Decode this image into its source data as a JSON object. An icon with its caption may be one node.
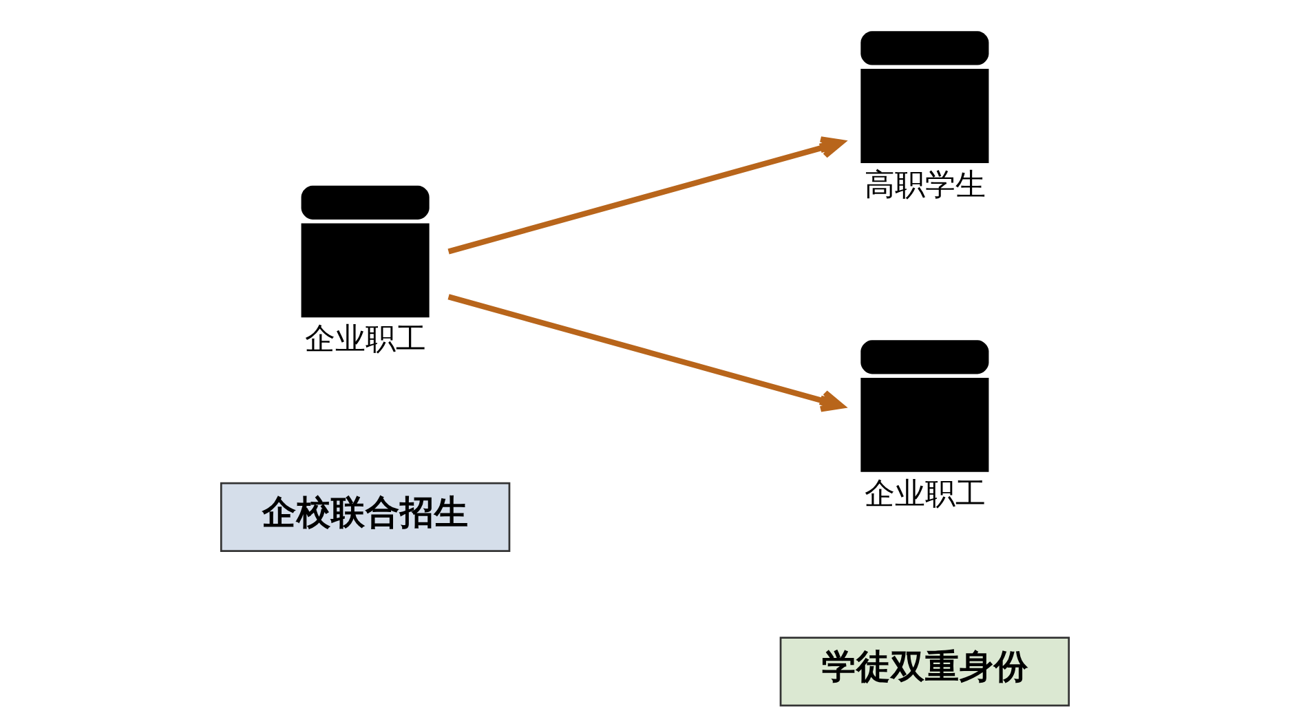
{
  "diagram": {
    "nodes": [
      {
        "text": [
          "企业职工"
        ]
      },
      {
        "text": [
          "高职学生"
        ]
      },
      {
        "text": [
          "企业职工"
        ]
      },
      {
        "text": [
          "企校联合招生"
        ]
      },
      {
        "text": [
          "学徒双重身份"
        ]
      }
    ],
    "edges": [
      {
        "from": 0,
        "to": 1,
        "arrow": "to",
        "color": "#b8651b"
      },
      {
        "from": 0,
        "to": 2,
        "arrow": "to",
        "color": "#b8651b"
      }
    ]
  }
}
